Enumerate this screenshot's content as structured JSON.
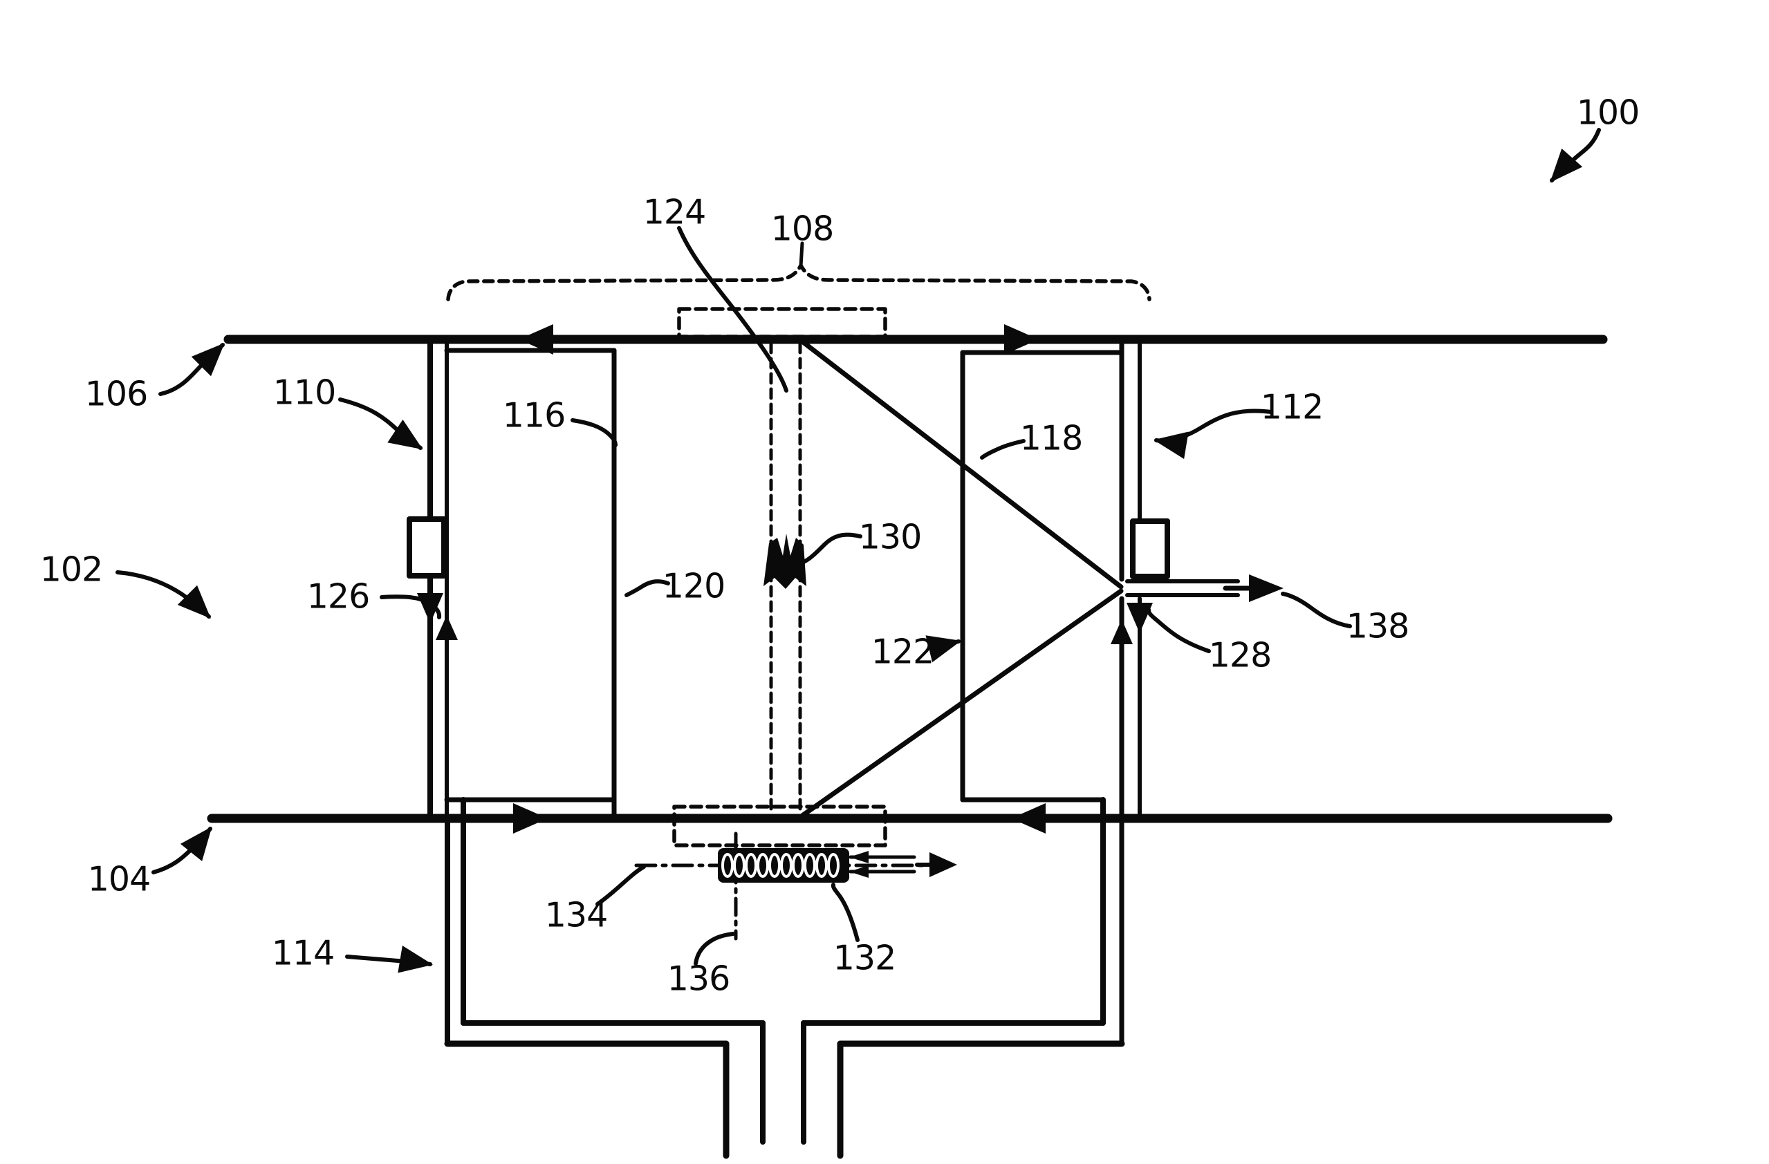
{
  "figure": {
    "type": "patent-line-drawing",
    "background_color": "#ffffff",
    "ink_color": "#0a0a0a",
    "labels": {
      "100": {
        "text": "100"
      },
      "102": {
        "text": "102"
      },
      "104": {
        "text": "104"
      },
      "106": {
        "text": "106"
      },
      "108": {
        "text": "108"
      },
      "110": {
        "text": "110"
      },
      "112": {
        "text": "112"
      },
      "114": {
        "text": "114"
      },
      "116": {
        "text": "116"
      },
      "118": {
        "text": "118"
      },
      "120": {
        "text": "120"
      },
      "122": {
        "text": "122"
      },
      "124": {
        "text": "124"
      },
      "126": {
        "text": "126"
      },
      "128": {
        "text": "128"
      },
      "130": {
        "text": "130"
      },
      "132": {
        "text": "132"
      },
      "134": {
        "text": "134"
      },
      "136": {
        "text": "136"
      },
      "138": {
        "text": "138"
      }
    }
  }
}
